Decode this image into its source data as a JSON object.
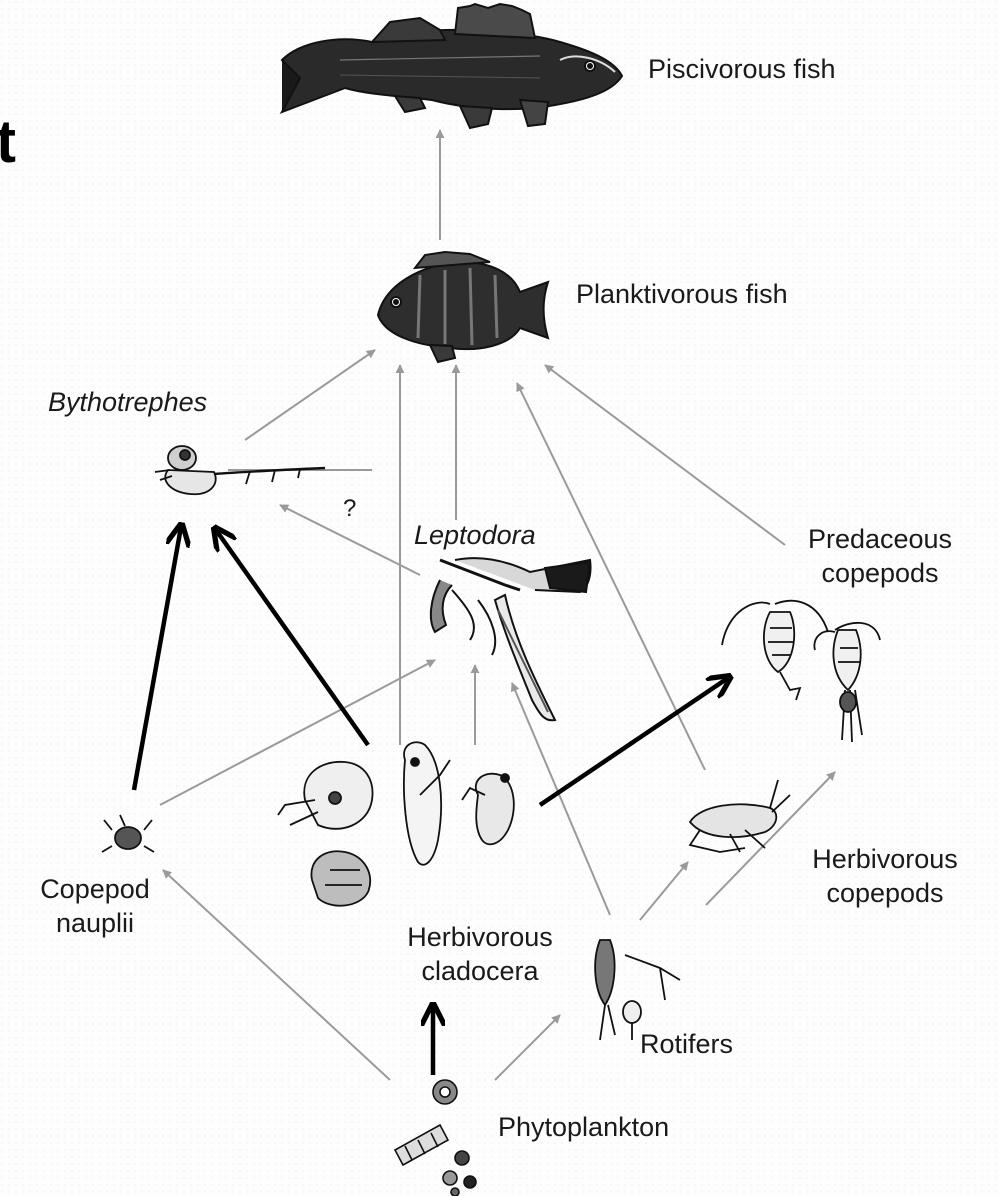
{
  "diagram": {
    "corner_fragment": "t",
    "labels": {
      "piscivorous_fish": "Piscivorous fish",
      "planktivorous_fish": "Planktivorous fish",
      "bythotrephes": "Bythotrephes",
      "question_mark": "?",
      "leptodora": "Leptodora",
      "predaceous_copepods_1": "Predaceous",
      "predaceous_copepods_2": "copepods",
      "copepod_nauplii_1": "Copepod",
      "copepod_nauplii_2": "nauplii",
      "herbivorous_cladocera_1": "Herbivorous",
      "herbivorous_cladocera_2": "cladocera",
      "herbivorous_copepods_1": "Herbivorous",
      "herbivorous_copepods_2": "copepods",
      "rotifers": "Rotifers",
      "phytoplankton": "Phytoplankton"
    },
    "colors": {
      "ink": "#1a1a1a",
      "thin_arrow": "#9a9a9a",
      "thick_arrow": "#000000"
    }
  }
}
